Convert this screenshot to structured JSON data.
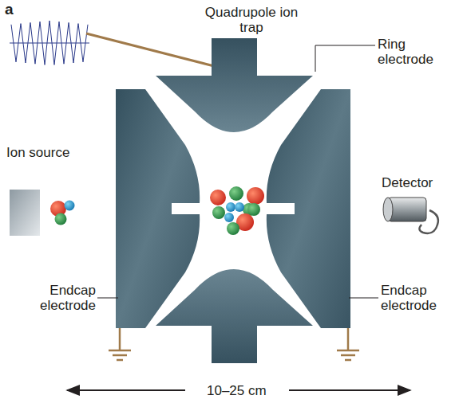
{
  "diagram": {
    "labels": [
      "a",
      "Quadrupole ion trap",
      "Ring electrode",
      "Ion source",
      "Detector",
      "Endcap electrode",
      "Endcap electrode",
      "10–25 cm"
    ]
  }
}
